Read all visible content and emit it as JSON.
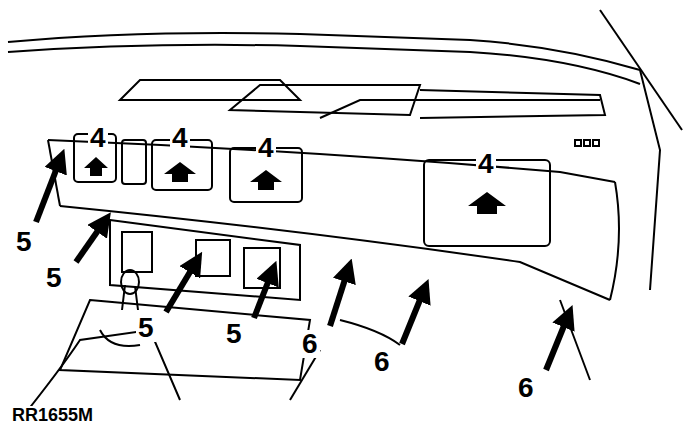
{
  "diagram": {
    "labels": [
      "4",
      "4",
      "4",
      "4",
      "5",
      "5",
      "5",
      "5",
      "6",
      "6",
      "6",
      "RR1655M"
    ]
  }
}
